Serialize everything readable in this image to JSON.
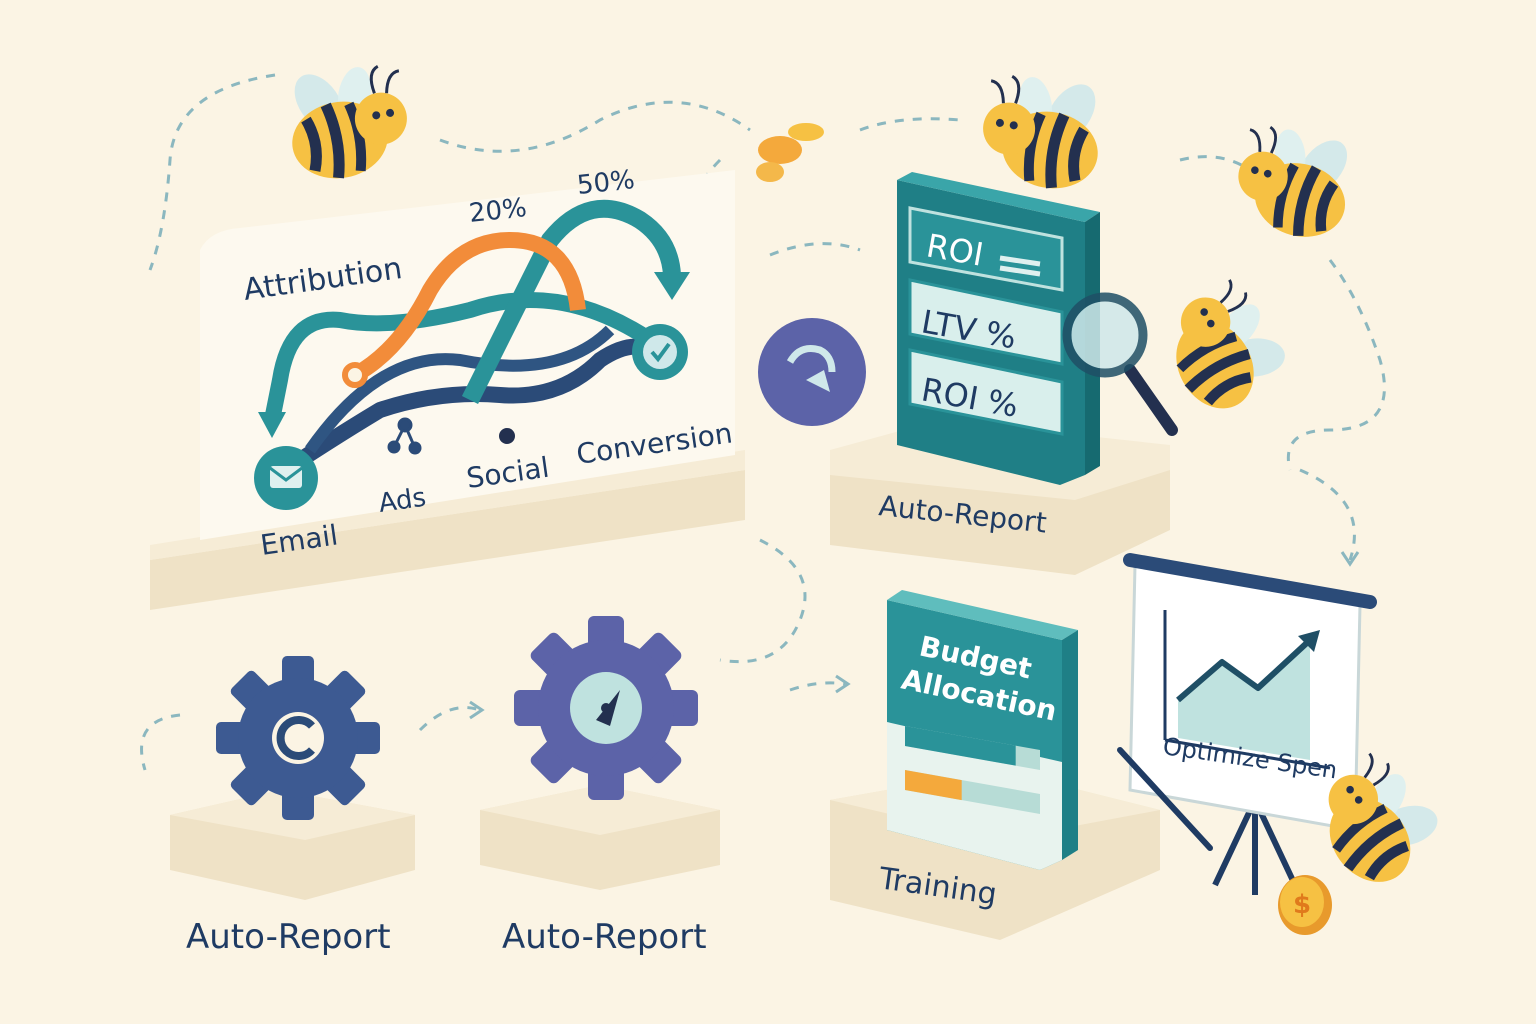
{
  "attribution": {
    "title": "Attribution",
    "pct_orange": "20%",
    "pct_teal": "50%",
    "channels": {
      "email": "Email",
      "ads": "Ads",
      "social": "Social",
      "conversion": "Conversion"
    }
  },
  "metrics_card": {
    "row1": "ROI",
    "row2": "LTV %",
    "row3": "ROI %"
  },
  "labels": {
    "metrics_platform": "Auto-Report",
    "gear1": "Auto-Report",
    "gear2": "Auto-Report",
    "budget_platform": "Training"
  },
  "budget_card": {
    "line1": "Budget",
    "line2": "Allocation",
    "fill_teal": 0.82,
    "fill_orange": 0.42
  },
  "easel": {
    "caption": "Optimize Spen"
  },
  "coin": {
    "symbol": "$"
  },
  "colors": {
    "background": "#fbf4e4",
    "teal": "#2a9399",
    "orange": "#f28c3a",
    "navy": "#1f3b63",
    "gear_blue": "#3d5a92",
    "gear_purple": "#5c63a8",
    "bee_yellow": "#f6c143"
  }
}
